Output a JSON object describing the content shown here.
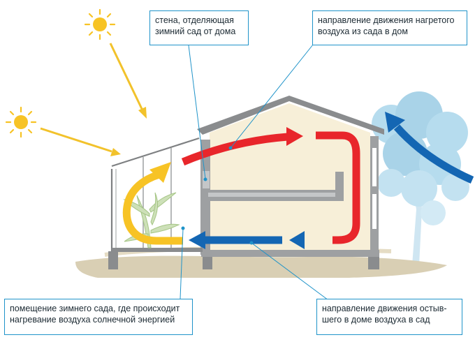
{
  "callouts": {
    "wall": {
      "line1": "стена, отделяющая",
      "line2": "зимний сад от дома"
    },
    "warm_air": {
      "line1": "направление движения нагретого",
      "line2": "воздуха из сада в дом"
    },
    "garden_room": {
      "line1": "помещение зимнего сада, где происходит",
      "line2": "нагревание воздуха солнечной энергией"
    },
    "cool_air": {
      "line1": "направление движения остыв-",
      "line2": "шего в доме воздуха в сад"
    }
  },
  "colors": {
    "warm_arrow": "#e8262b",
    "cool_arrow": "#1466b3",
    "sun_arrow": "#f2c22b",
    "sun": "#f7c325",
    "house_fill": "#f7efd8",
    "structure": "#8a8c8e",
    "ground": "#d9cfb4",
    "tree": "#a9d3e8",
    "leader": "#1f93c9"
  },
  "icons": [
    "sun-icon",
    "sun-icon",
    "tree-icon",
    "plant-icon"
  ]
}
